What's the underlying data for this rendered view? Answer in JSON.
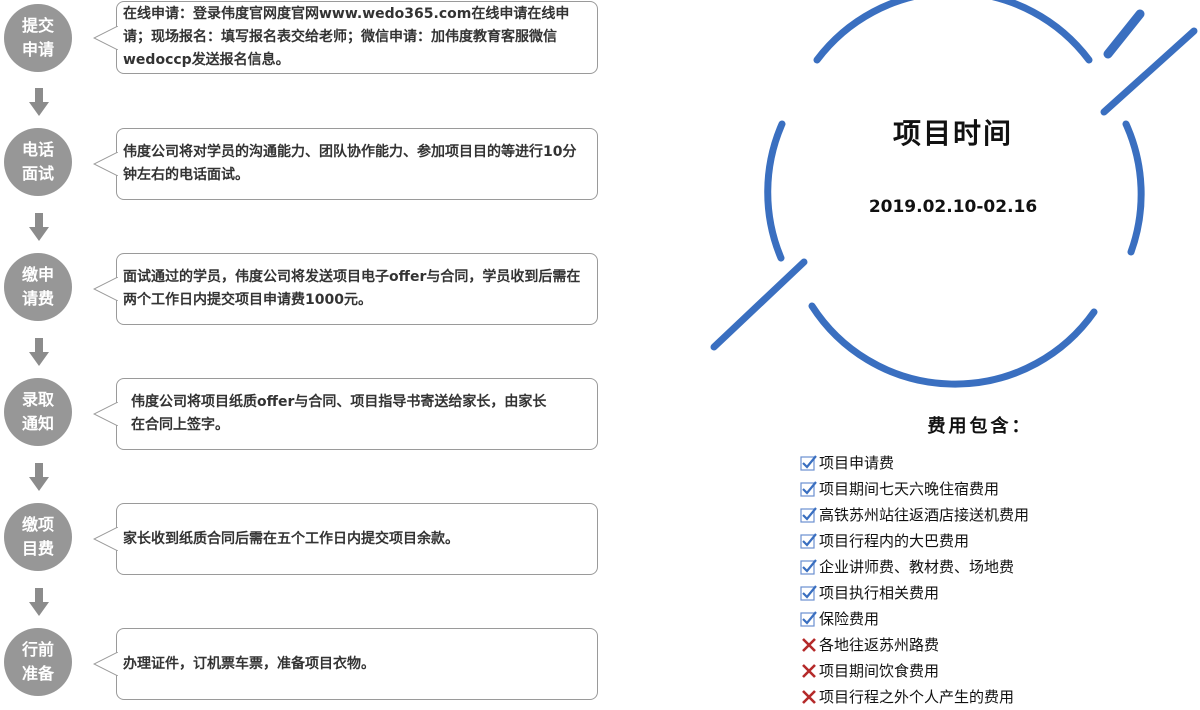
{
  "steps": [
    {
      "label": "提交申请",
      "text": "在线申请：登录伟度官网度官网www.wedo365.com在线申请在线申请；现场报名：填写报名表交给老师；微信申请：加伟度教育客服微信wedoccp发送报名信息。"
    },
    {
      "label": "电话面试",
      "text": "伟度公司将对学员的沟通能力、团队协作能力、参加项目目的等进行10分钟左右的电话面试。"
    },
    {
      "label": "缴申请费",
      "text": "面试通过的学员，伟度公司将发送项目电子offer与合同，学员收到后需在两个工作日内提交项目申请费1000元。"
    },
    {
      "label": "录取通知",
      "text": "伟度公司将项目纸质offer与合同、项目指导书寄送给家长，由家长在合同上签字。"
    },
    {
      "label": "缴项目费",
      "text": "家长收到纸质合同后需在五个工作日内提交项目余款。"
    },
    {
      "label": "行前准备",
      "text": "办理证件，订机票车票，准备项目衣物。"
    }
  ],
  "timeline": {
    "title": "项目时间",
    "date": "2019.02.10-02.16"
  },
  "fees": {
    "title": "费用包含：",
    "items": [
      {
        "text": "项目申请费",
        "included": true
      },
      {
        "text": "项目期间七天六晚住宿费用",
        "included": true
      },
      {
        "text": "高铁苏州站往返酒店接送机费用",
        "included": true
      },
      {
        "text": "项目行程内的大巴费用",
        "included": true
      },
      {
        "text": "企业讲师费、教材费、场地费",
        "included": true
      },
      {
        "text": "项目执行相关费用",
        "included": true
      },
      {
        "text": "保险费用",
        "included": true
      },
      {
        "text": "各地往返苏州路费",
        "included": false
      },
      {
        "text": "项目期间饮食费用",
        "included": false
      },
      {
        "text": "项目行程之外个人产生的费用",
        "included": false
      }
    ]
  },
  "colors": {
    "circle_gray": "#979797",
    "ring_blue": "#3a6fc0",
    "check_blue": "#3a6fc0",
    "cross_red": "#b52a2a"
  }
}
